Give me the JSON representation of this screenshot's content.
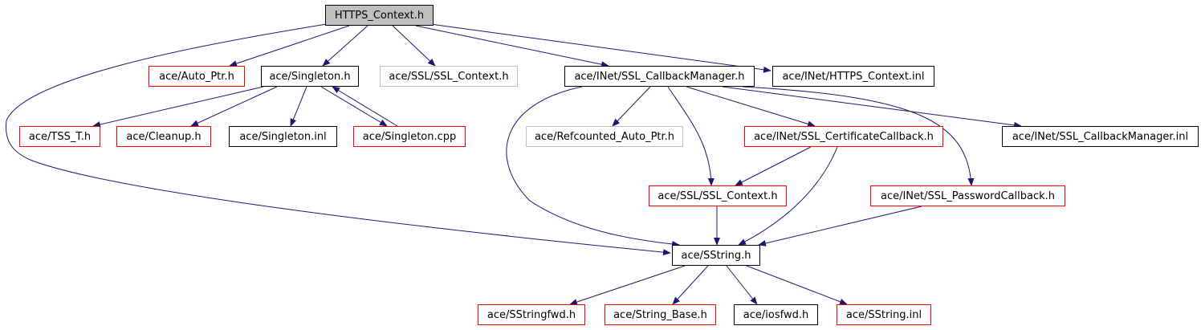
{
  "graph": {
    "edge_color": "#191970",
    "nodes": [
      {
        "id": "https_context",
        "label": "HTTPS_Context.h",
        "status": "root"
      },
      {
        "id": "auto_ptr",
        "label": "ace/Auto_Ptr.h",
        "status": "undocumented"
      },
      {
        "id": "singleton_h",
        "label": "ace/Singleton.h",
        "status": "documented"
      },
      {
        "id": "ssl_context_top",
        "label": "ace/SSL/SSL_Context.h",
        "status": "external"
      },
      {
        "id": "callback_manager",
        "label": "ace/INet/SSL_CallbackManager.h",
        "status": "documented"
      },
      {
        "id": "https_context_inl",
        "label": "ace/INet/HTTPS_Context.inl",
        "status": "documented"
      },
      {
        "id": "tss_t",
        "label": "ace/TSS_T.h",
        "status": "undocumented"
      },
      {
        "id": "cleanup",
        "label": "ace/Cleanup.h",
        "status": "undocumented"
      },
      {
        "id": "singleton_inl",
        "label": "ace/Singleton.inl",
        "status": "documented"
      },
      {
        "id": "singleton_cpp",
        "label": "ace/Singleton.cpp",
        "status": "undocumented"
      },
      {
        "id": "refcounted",
        "label": "ace/Refcounted_Auto_Ptr.h",
        "status": "external"
      },
      {
        "id": "cert_callback",
        "label": "ace/INet/SSL_CertificateCallback.h",
        "status": "undocumented"
      },
      {
        "id": "callback_manager_inl",
        "label": "ace/INet/SSL_CallbackManager.inl",
        "status": "documented"
      },
      {
        "id": "ssl_context_mid",
        "label": "ace/SSL/SSL_Context.h",
        "status": "undocumented"
      },
      {
        "id": "password_callback",
        "label": "ace/INet/SSL_PasswordCallback.h",
        "status": "undocumented"
      },
      {
        "id": "sstring_h",
        "label": "ace/SString.h",
        "status": "documented"
      },
      {
        "id": "sstringfwd",
        "label": "ace/SStringfwd.h",
        "status": "undocumented"
      },
      {
        "id": "string_base",
        "label": "ace/String_Base.h",
        "status": "undocumented"
      },
      {
        "id": "iosfwd",
        "label": "ace/iosfwd.h",
        "status": "documented"
      },
      {
        "id": "sstring_inl",
        "label": "ace/SString.inl",
        "status": "undocumented"
      }
    ],
    "edges": [
      {
        "from": "https_context",
        "to": "auto_ptr"
      },
      {
        "from": "https_context",
        "to": "singleton_h"
      },
      {
        "from": "https_context",
        "to": "ssl_context_top"
      },
      {
        "from": "https_context",
        "to": "callback_manager"
      },
      {
        "from": "https_context",
        "to": "https_context_inl"
      },
      {
        "from": "https_context",
        "to": "sstring_h"
      },
      {
        "from": "singleton_h",
        "to": "tss_t"
      },
      {
        "from": "singleton_h",
        "to": "cleanup"
      },
      {
        "from": "singleton_h",
        "to": "singleton_inl"
      },
      {
        "from": "singleton_h",
        "to": "singleton_cpp"
      },
      {
        "from": "singleton_cpp",
        "to": "singleton_h"
      },
      {
        "from": "callback_manager",
        "to": "refcounted"
      },
      {
        "from": "callback_manager",
        "to": "cert_callback"
      },
      {
        "from": "callback_manager",
        "to": "callback_manager_inl"
      },
      {
        "from": "callback_manager",
        "to": "ssl_context_mid"
      },
      {
        "from": "callback_manager",
        "to": "password_callback"
      },
      {
        "from": "callback_manager",
        "to": "sstring_h"
      },
      {
        "from": "cert_callback",
        "to": "ssl_context_mid"
      },
      {
        "from": "cert_callback",
        "to": "sstring_h"
      },
      {
        "from": "ssl_context_mid",
        "to": "sstring_h"
      },
      {
        "from": "password_callback",
        "to": "sstring_h"
      },
      {
        "from": "sstring_h",
        "to": "sstringfwd"
      },
      {
        "from": "sstring_h",
        "to": "string_base"
      },
      {
        "from": "sstring_h",
        "to": "iosfwd"
      },
      {
        "from": "sstring_h",
        "to": "sstring_inl"
      }
    ]
  }
}
